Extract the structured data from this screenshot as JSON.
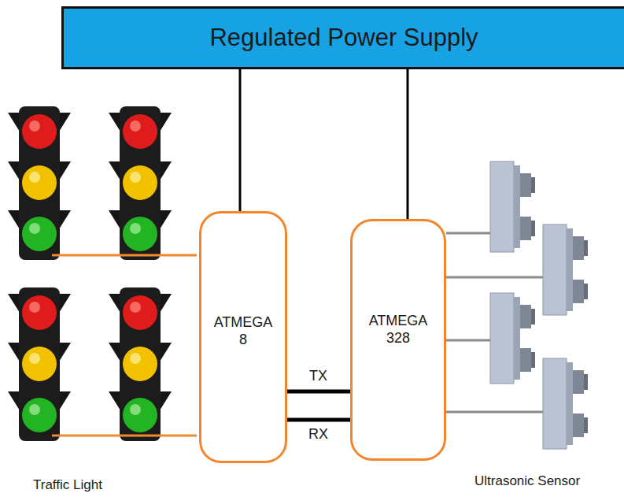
{
  "diagram": {
    "nodes": [
      {
        "text": [
          "Regulated Power Supply"
        ]
      },
      {
        "text": [
          "ATMEGA 8"
        ]
      },
      {
        "text": [
          "ATMEGA 328"
        ]
      }
    ],
    "edges": [
      {
        "from": 0,
        "to": 1,
        "arrow": "none"
      },
      {
        "from": 0,
        "to": 2,
        "arrow": "none"
      },
      {
        "from": 1,
        "to": 2,
        "label": "TX",
        "arrow": "none"
      },
      {
        "from": 1,
        "to": 2,
        "label": "RX",
        "arrow": "none"
      }
    ],
    "labels": [
      "Traffic Light",
      "Ultrasonic Sensor"
    ]
  }
}
